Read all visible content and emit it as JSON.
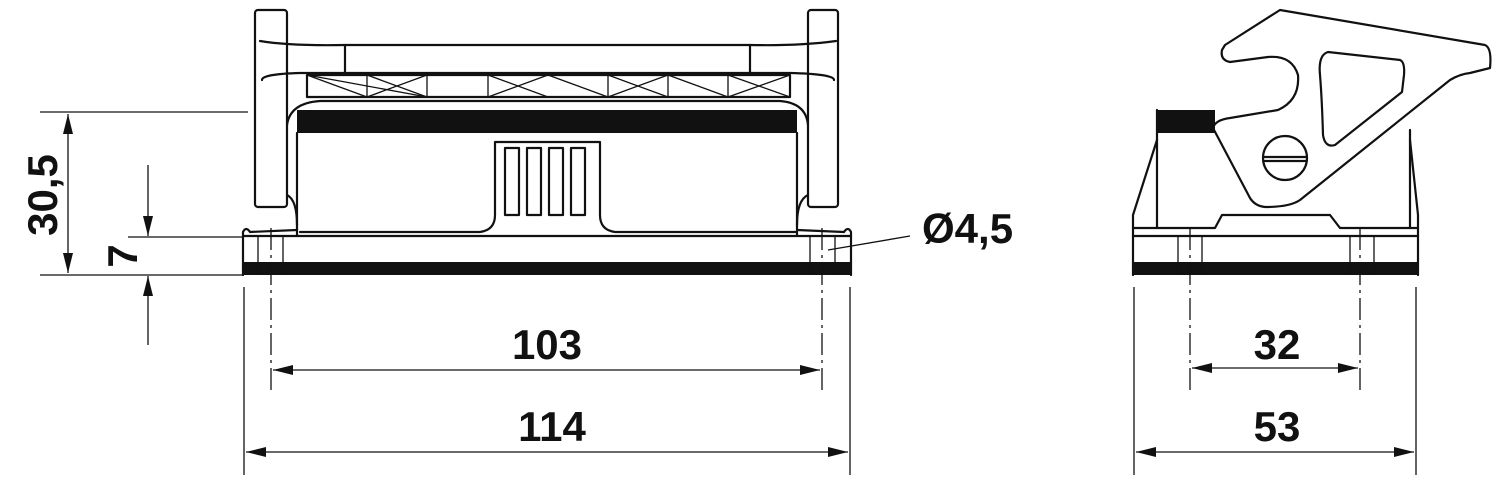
{
  "drawing": {
    "front_view": {
      "dimensions": {
        "height_total": "30,5",
        "height_base": "7",
        "hole_diameter": "Ø4,5",
        "hole_spacing": "103",
        "length_total": "114"
      }
    },
    "side_view": {
      "dimensions": {
        "hole_spacing": "32",
        "width_total": "53"
      }
    },
    "colors": {
      "line": "#111111",
      "background": "#ffffff"
    }
  }
}
